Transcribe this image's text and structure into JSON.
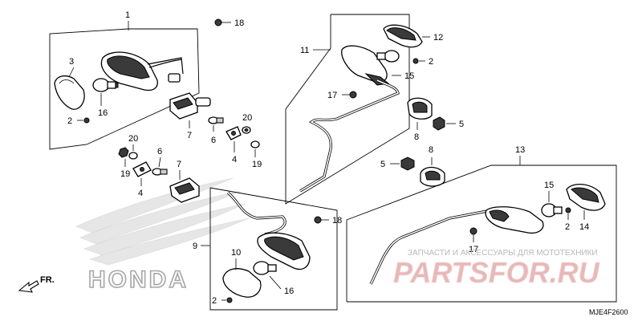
{
  "diagram": {
    "catalog_code": "MJE4F2600",
    "direction_label": "FR.",
    "watermark_brand": "HONDA",
    "banner_text": "ЗАПЧАСТИ И АКСЕССУАРЫ ДЛЯ МОТОТЕХНИКИ",
    "shop_logo": "PARTSFOR.RU",
    "callouts": {
      "c1": "1",
      "c3": "3",
      "c2a": "2",
      "c16a": "16",
      "c18a": "18",
      "c7a": "7",
      "c6a": "6",
      "c20a": "20",
      "c4a": "4",
      "c19a": "19",
      "c20b": "20",
      "c19b": "19",
      "c6b": "6",
      "c7b": "7",
      "c4b": "4",
      "c9": "9",
      "c10": "10",
      "c16b": "16",
      "c2b": "2",
      "c18b": "18",
      "c11": "11",
      "c12": "12",
      "c2c": "2",
      "c15a": "15",
      "c17a": "17",
      "c5a": "5",
      "c8a": "8",
      "c5b": "5",
      "c8b": "8",
      "c13": "13",
      "c15b": "15",
      "c2d": "2",
      "c14": "14",
      "c17b": "17"
    }
  }
}
